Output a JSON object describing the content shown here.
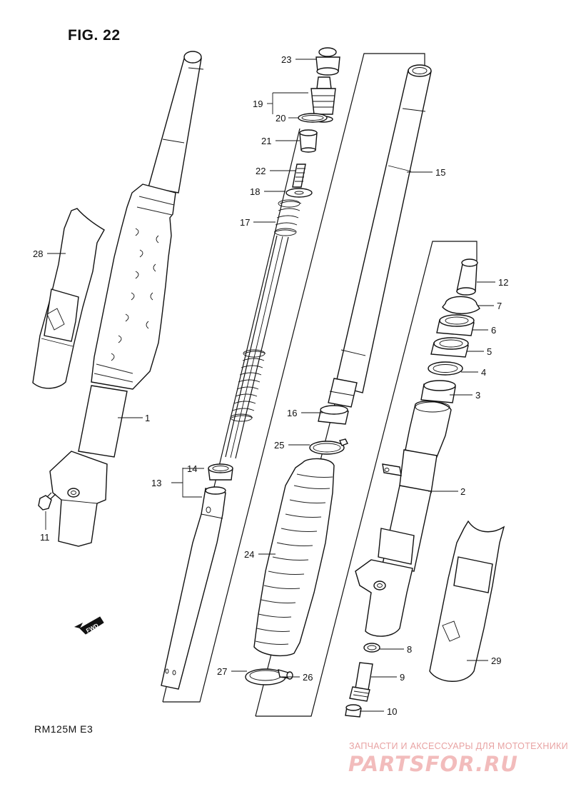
{
  "figure_title": "FIG. 22",
  "model_label": "RM125M  E3",
  "fwd_label": "FWD",
  "watermark_top": "ЗАПЧАСТИ И АКСЕССУАРЫ ДЛЯ МОТОТЕХНИКИ",
  "watermark_logo": "PARTSFOR.RU",
  "callouts": {
    "c1": "1",
    "c2": "2",
    "c3": "3",
    "c4": "4",
    "c5": "5",
    "c6": "6",
    "c7": "7",
    "c8": "8",
    "c9": "9",
    "c10": "10",
    "c11": "11",
    "c12": "12",
    "c13": "13",
    "c14": "14",
    "c15": "15",
    "c16": "16",
    "c17": "17",
    "c18": "18",
    "c19": "19",
    "c20": "20",
    "c21": "21",
    "c22": "22",
    "c23": "23",
    "c24": "24",
    "c25": "25",
    "c26": "26",
    "c27": "27",
    "c28": "28",
    "c29": "29"
  }
}
